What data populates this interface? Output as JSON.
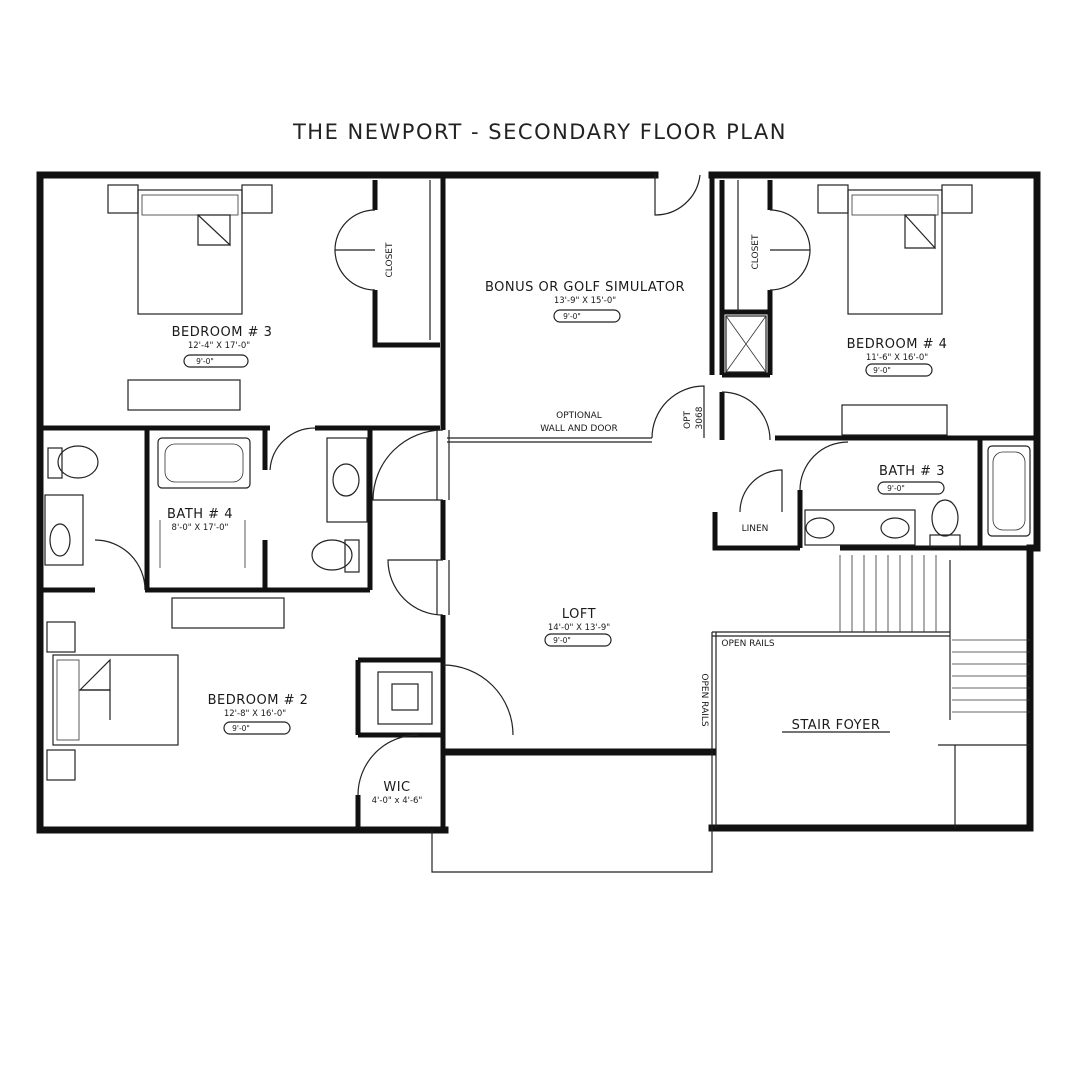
{
  "title": "THE NEWPORT - SECONDARY FLOOR PLAN",
  "rooms": {
    "bedroom3": {
      "name": "BEDROOM # 3",
      "dims": "12'-4\" X 17'-0\"",
      "ceiling": "9'-0\""
    },
    "bonus": {
      "name": "BONUS OR GOLF SIMULATOR",
      "dims": "13'-9\" X 15'-0\"",
      "ceiling": "9'-0\""
    },
    "bedroom4": {
      "name": "BEDROOM # 4",
      "dims": "11'-6\" X 16'-0\"",
      "ceiling": "9'-0\""
    },
    "bath4": {
      "name": "BATH # 4",
      "dims": "8'-0\" X 17'-0\""
    },
    "bath3": {
      "name": "BATH # 3",
      "ceiling": "9'-0\""
    },
    "loft": {
      "name": "LOFT",
      "dims": "14'-0\" X 13'-9\"",
      "ceiling": "9'-0\""
    },
    "bedroom2": {
      "name": "BEDROOM # 2",
      "dims": "12'-8\" X 16'-0\"",
      "ceiling": "9'-0\""
    },
    "stair_foyer": {
      "name": "STAIR FOYER"
    },
    "wic": {
      "name": "WIC",
      "dims": "4'-0\" x 4'-6\""
    }
  },
  "notes": {
    "closet_left": "CLOSET",
    "closet_right": "CLOSET",
    "optional_line1": "OPTIONAL",
    "optional_line2": "WALL AND DOOR",
    "opt_line1": "OPT",
    "opt_line2": "3068",
    "linen": "LINEN",
    "open_rails_h": "OPEN RAILS",
    "open_rails_v": "OPEN RAILS"
  }
}
